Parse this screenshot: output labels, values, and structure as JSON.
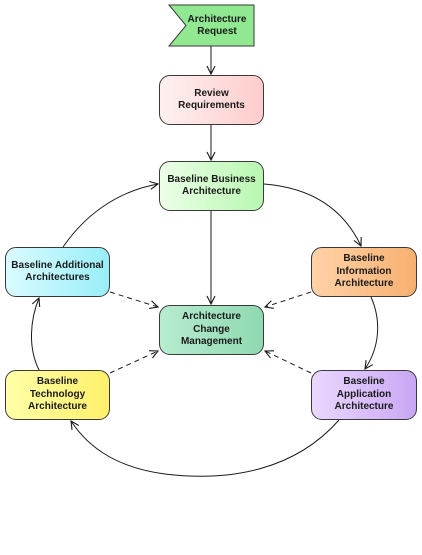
{
  "nodes": {
    "request": {
      "label": "Architecture\nRequest"
    },
    "review": {
      "label": "Review\nRequirements"
    },
    "business": {
      "label": "Baseline Business\nArchitecture"
    },
    "change": {
      "label": "Architecture\nChange\nManagement"
    },
    "additional": {
      "label": "Baseline Additional\nArchitectures"
    },
    "information": {
      "label": "Baseline\nInformation\nArchitecture"
    },
    "technology": {
      "label": "Baseline Technology\nArchitecture"
    },
    "application": {
      "label": "Baseline Application\nArchitecture"
    }
  },
  "colors": {
    "request": "#90e890",
    "review": "#ffcccc",
    "business": "#b8f7b0",
    "change": "#8fd9b0",
    "additional": "#99eef8",
    "information": "#f8b070",
    "technology": "#fdf06a",
    "application": "#c9a6f5",
    "line": "#1a1a1a"
  }
}
